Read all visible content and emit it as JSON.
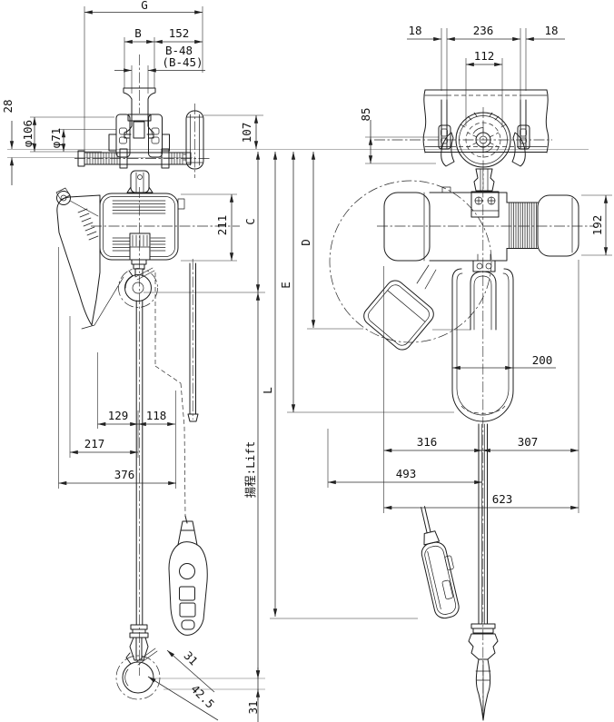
{
  "drawing": {
    "title": "Electric chain hoist with motorized trolley - dimensioned outline drawing",
    "views": {
      "left": "front view",
      "right": "side view"
    }
  },
  "labels": {
    "g": "G",
    "b": "B",
    "n152": "152",
    "b48": "B-48",
    "b45": "(B-45)",
    "n18_left": "18",
    "n236": "236",
    "n18_right": "18",
    "n112": "112",
    "n85": "85",
    "n28": "28",
    "phi106": "φ106",
    "phi71": "φ71",
    "n107": "107",
    "n211": "211",
    "c": "C",
    "d": "D",
    "e": "E",
    "l": "L",
    "lift": "揚程:Lift",
    "n192": "192",
    "n200": "200",
    "n129": "129",
    "n118": "118",
    "n217": "217",
    "n376": "376",
    "n316": "316",
    "n307": "307",
    "n493": "493",
    "n623": "623",
    "n31_hook": "31",
    "n42_5": "42.5",
    "n31_bottom": "31"
  }
}
